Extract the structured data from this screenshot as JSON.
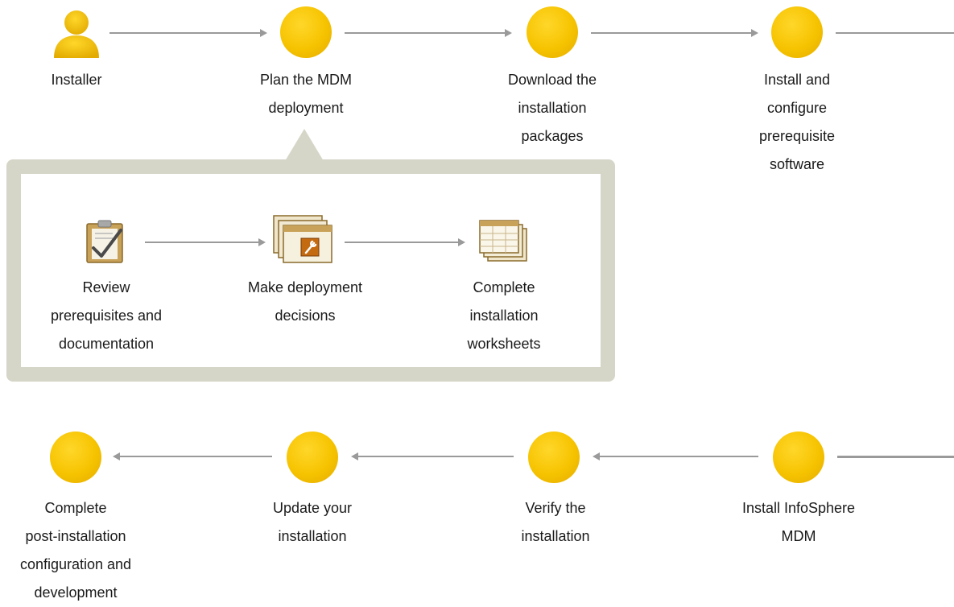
{
  "top_row": [
    {
      "id": "installer",
      "label": "Installer",
      "icon": "person-icon"
    },
    {
      "id": "plan",
      "label": "Plan the MDM\ndeployment",
      "icon": "circle"
    },
    {
      "id": "download",
      "label": "Download the\ninstallation\npackages",
      "icon": "circle"
    },
    {
      "id": "prereq",
      "label": "Install and\nconfigure\nprerequisite\nsoftware",
      "icon": "circle"
    }
  ],
  "callout_steps": [
    {
      "id": "review",
      "label": "Review\nprerequisites and\ndocumentation",
      "icon": "clipboard-check-icon"
    },
    {
      "id": "decisions",
      "label": "Make deployment\ndecisions",
      "icon": "windows-wrench-icon"
    },
    {
      "id": "worksheets",
      "label": "Complete\ninstallation\nworksheets",
      "icon": "worksheet-stack-icon"
    }
  ],
  "bottom_row": [
    {
      "id": "postinstall",
      "label": "Complete\npost-installation\nconfiguration and\ndevelopment",
      "icon": "circle"
    },
    {
      "id": "update",
      "label": "Update your\ninstallation",
      "icon": "circle"
    },
    {
      "id": "verify",
      "label": "Verify the\ninstallation",
      "icon": "circle"
    },
    {
      "id": "install",
      "label": "Install InfoSphere\nMDM",
      "icon": "circle"
    }
  ],
  "colors": {
    "node": "#f6c300",
    "arrow": "#9a9a9a",
    "callout": "#d6d6c8"
  }
}
